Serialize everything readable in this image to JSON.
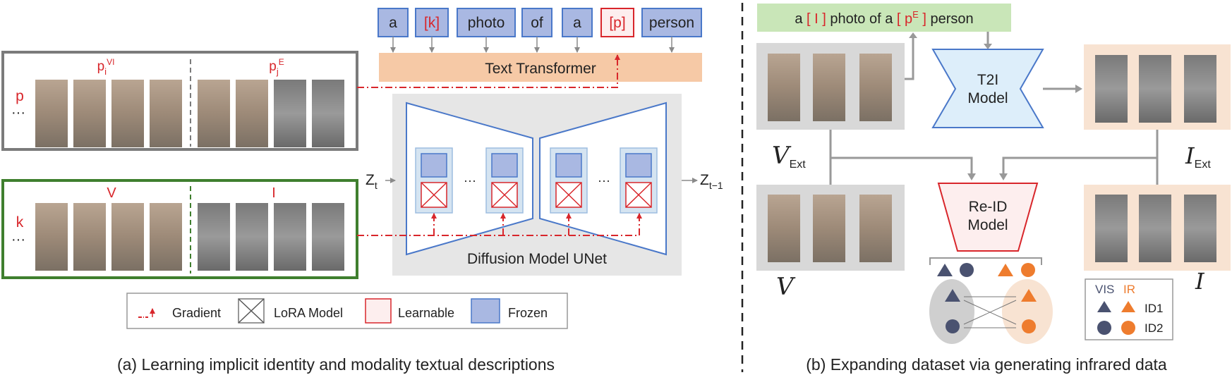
{
  "left": {
    "tokens": [
      "a",
      "[k]",
      "photo",
      "of",
      "a",
      "[p]",
      "person"
    ],
    "text_transformer": "Text Transformer",
    "p_row": {
      "row_label": "p",
      "ellipsis": "···",
      "label_vi_base": "p",
      "label_vi_sub": "i",
      "label_vi_sup": "VI",
      "label_e_base": "p",
      "label_e_sub": "j",
      "label_e_sup": "E"
    },
    "k_row": {
      "row_label": "k",
      "ellipsis": "···",
      "label_v": "V",
      "label_i": "I"
    },
    "zt_base": "Z",
    "zt_sub": "t",
    "zt1_base": "Z",
    "zt1_sub": "t−1",
    "unet_label": "Diffusion Model UNet",
    "legend": {
      "gradient": "Gradient",
      "lora": "LoRA Model",
      "learnable": "Learnable",
      "frozen": "Frozen"
    },
    "caption": "(a) Learning implicit identity and modality textual descriptions"
  },
  "right": {
    "prompt_prefix": "a ",
    "prompt_token_i": "[ I ]",
    "prompt_mid": " photo of a ",
    "prompt_token_p_base": "[ p",
    "prompt_token_p_sup": "E",
    "prompt_token_p_close": " ]",
    "prompt_suffix": " person",
    "t2i_line1": "T2I",
    "t2i_line2": "Model",
    "reid_line1": "Re-ID",
    "reid_line2": "Model",
    "v_ext_base": "V",
    "v_ext_sub": "Ext",
    "i_ext_base": "I",
    "i_ext_sub": "Ext",
    "v_label": "V",
    "i_label": "I",
    "legend": {
      "vis": "VIS",
      "ir": "IR",
      "id1": "ID1",
      "id2": "ID2"
    },
    "caption": "(b) Expanding dataset via generating infrared data"
  },
  "colors": {
    "frozen_fill": "#a9b8e2",
    "frozen_stroke": "#4a78c9",
    "learnable": "#d8262b",
    "text_transformer_fill": "#f6c9a6",
    "prompt_fill": "#c9e6b8",
    "unet_bg": "#e6e6e6",
    "visible_group": "#d8d8d8",
    "infrared_group": "#f8e3d2",
    "p_row_border": "#7b7b7b",
    "k_row_border": "#3f7f2e",
    "vis_marker": "#4a5270",
    "ir_marker": "#ee7c2e"
  }
}
